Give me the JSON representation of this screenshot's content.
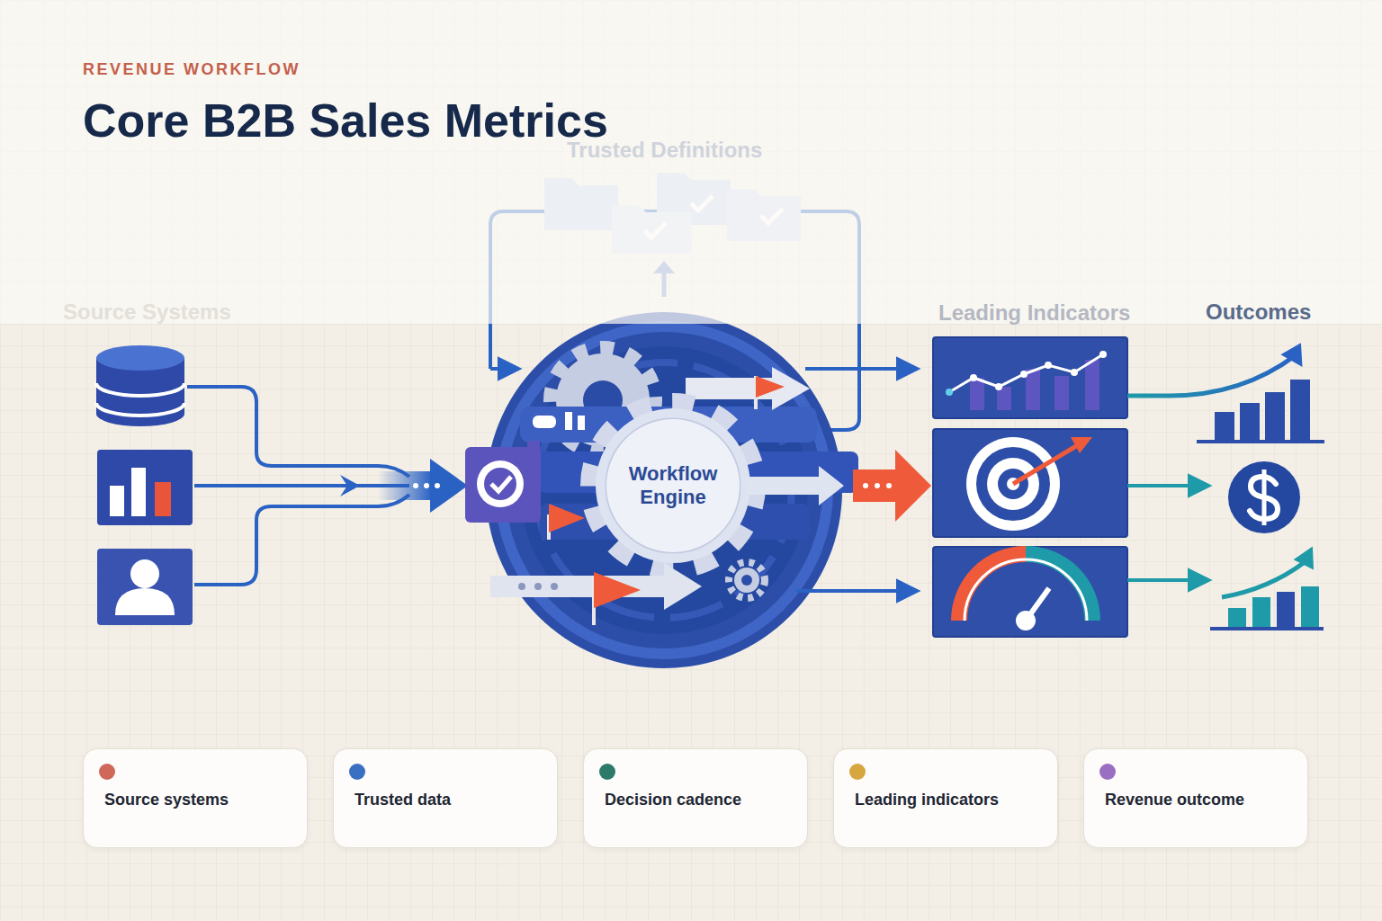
{
  "diagram": {
    "title": "Core B2B Sales Metrics",
    "nodes": [
      {
        "text": [
          "Workflow Engine"
        ]
      }
    ],
    "labels": [
      "REVENUE WORKFLOW",
      "Trusted Definitions",
      "Source Systems",
      "Leading Indicators",
      "Outcomes"
    ],
    "legend": [
      {
        "text": "Source systems",
        "color": "#d0685a"
      },
      {
        "text": "Trusted data",
        "color": "#3a70c2"
      },
      {
        "text": "Decision cadence",
        "color": "#2d7a6b"
      },
      {
        "text": "Leading indicators",
        "color": "#d8a640"
      },
      {
        "text": "Revenue outcome",
        "color": "#9a6fc2"
      }
    ]
  }
}
